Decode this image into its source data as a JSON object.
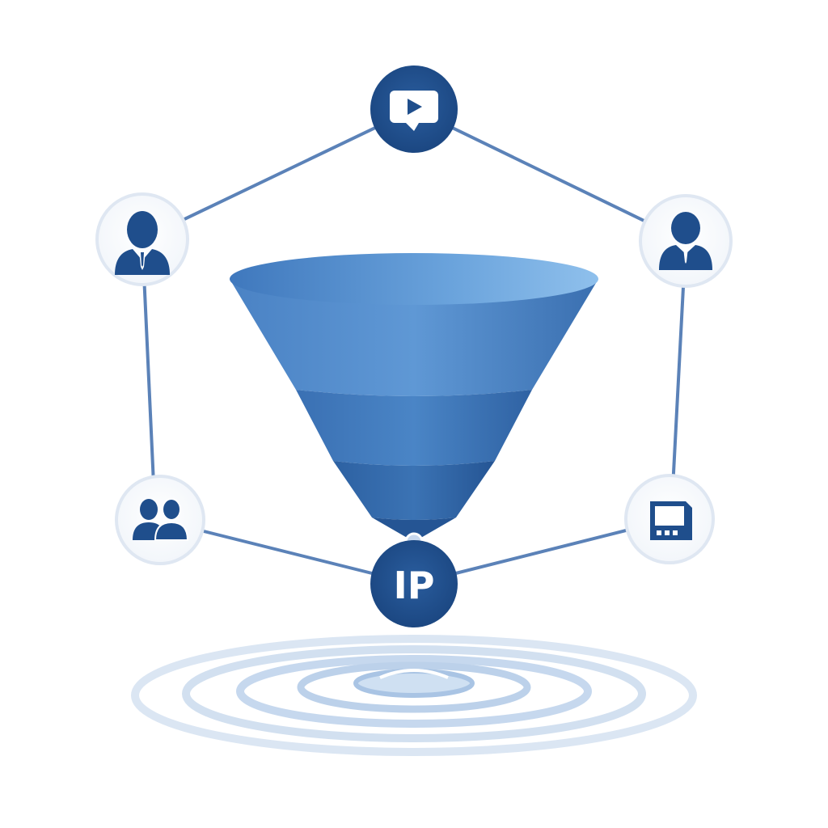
{
  "diagram": {
    "center_node_label": "IP",
    "nodes": [
      {
        "name": "video-chat-node",
        "icon": "video-chat-icon",
        "style": "filled"
      },
      {
        "name": "businessman-node",
        "icon": "businessman-icon",
        "style": "outline"
      },
      {
        "name": "user-node",
        "icon": "user-icon",
        "style": "outline"
      },
      {
        "name": "group-node",
        "icon": "group-icon",
        "style": "outline"
      },
      {
        "name": "device-node",
        "icon": "device-icon",
        "style": "outline"
      },
      {
        "name": "ip-node",
        "icon": "ip-text",
        "style": "filled"
      }
    ],
    "funnel_layers": 3,
    "colors": {
      "primary": "#1f4e8c",
      "funnel_light": "#7fb2e5",
      "funnel_mid": "#4a86c7",
      "funnel_dark": "#2f65a8",
      "line": "#5b82b8",
      "node_ring": "#dfe7f2",
      "ripple": "#c9d9ee"
    }
  }
}
